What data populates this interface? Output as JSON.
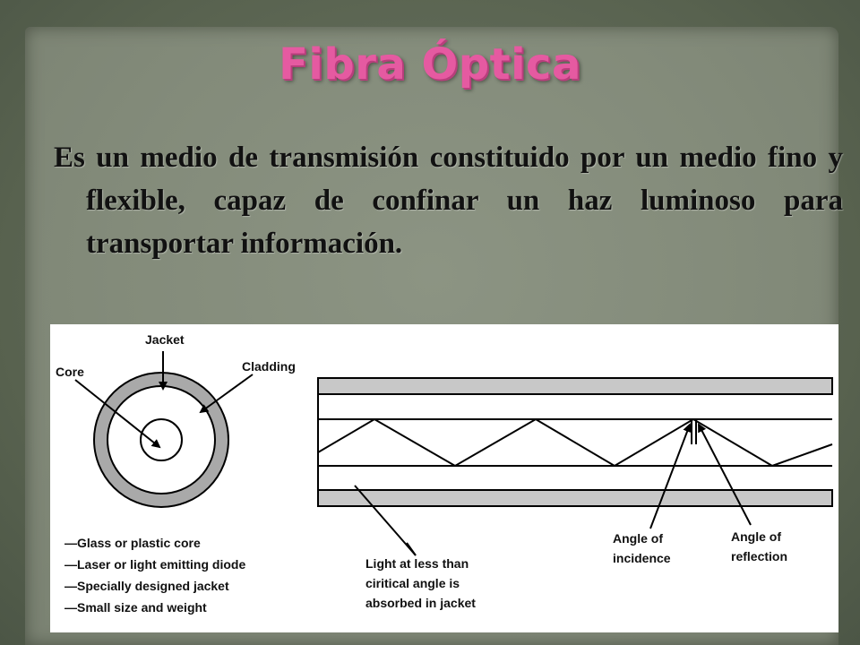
{
  "title": "Fibra Óptica",
  "paragraph": "Es un medio de transmisión constituido por un medio fino y flexible, capaz de confinar un haz luminoso para transportar información.",
  "figure": {
    "labels": {
      "jacket": "Jacket",
      "core": "Core",
      "cladding": "Cladding",
      "light_1": "Light at less than",
      "light_2": "ciritical angle is",
      "light_3": "absorbed in jacket",
      "incidence_1": "Angle of",
      "incidence_2": "incidence",
      "reflection_1": "Angle of",
      "reflection_2": "reflection"
    },
    "legend": [
      "—Glass or plastic core",
      "—Laser or light emitting diode",
      "—Specially designed jacket",
      "—Small size and weight"
    ]
  }
}
